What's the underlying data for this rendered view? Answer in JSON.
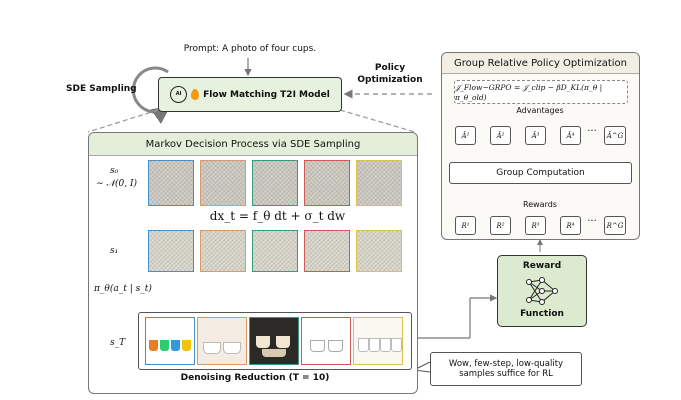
{
  "prompt": "Prompt: A photo of four cups.",
  "sde_sampling": "SDE Sampling",
  "policy_optimization": [
    "Policy",
    "Optimization"
  ],
  "model": {
    "icon_text": "AI",
    "label": "Flow Matching T2I Model"
  },
  "grpo": {
    "title": "Group Relative Policy Optimization",
    "formula": "𝒥_Flow−GRPO = 𝒥_clip − βD_KL(π_θ | π_θ_old)",
    "advantages_label": "Advantages",
    "advantages": [
      "Â¹",
      "Â²",
      "Â³",
      "Â⁴",
      "Â^G"
    ],
    "group_computation": "Group Computation",
    "rewards_label": "Rewards",
    "rewards": [
      "R¹",
      "R²",
      "R³",
      "R⁴",
      "R^G"
    ],
    "ellipsis": "···"
  },
  "reward_model": {
    "top": "Reward",
    "bottom": "Function"
  },
  "mdp": {
    "title": "Markov Decision Process via SDE Sampling",
    "s0_label": "s₀",
    "s0_dist": "∼ 𝒩(0, I)",
    "s1_label": "s₁",
    "policy_label": "π_θ(a_t | s_t)",
    "sT_label": "s_T",
    "sde_eq": "dx_t = f_θ dt + σ_t dw",
    "caption": "Denoising Reduction (T = 10)",
    "dots": ":"
  },
  "speech_bubble": [
    "Wow, few-step, low-quality",
    "samples suffice for RL"
  ],
  "colors": {
    "column_borders": [
      "#4a8fc4",
      "#d89a6a",
      "#3a9a80",
      "#cf5a55",
      "#d9c34a"
    ],
    "mdp_header_bg": "#e4eed8",
    "grpo_header_bg": "#f1eee4",
    "model_bg": "#e6f1de",
    "reward_bg": "#dcebcf",
    "sigma_red": "#c0392b"
  },
  "icons": [
    "palette-icon",
    "fire-icon",
    "neural-network-icon"
  ]
}
